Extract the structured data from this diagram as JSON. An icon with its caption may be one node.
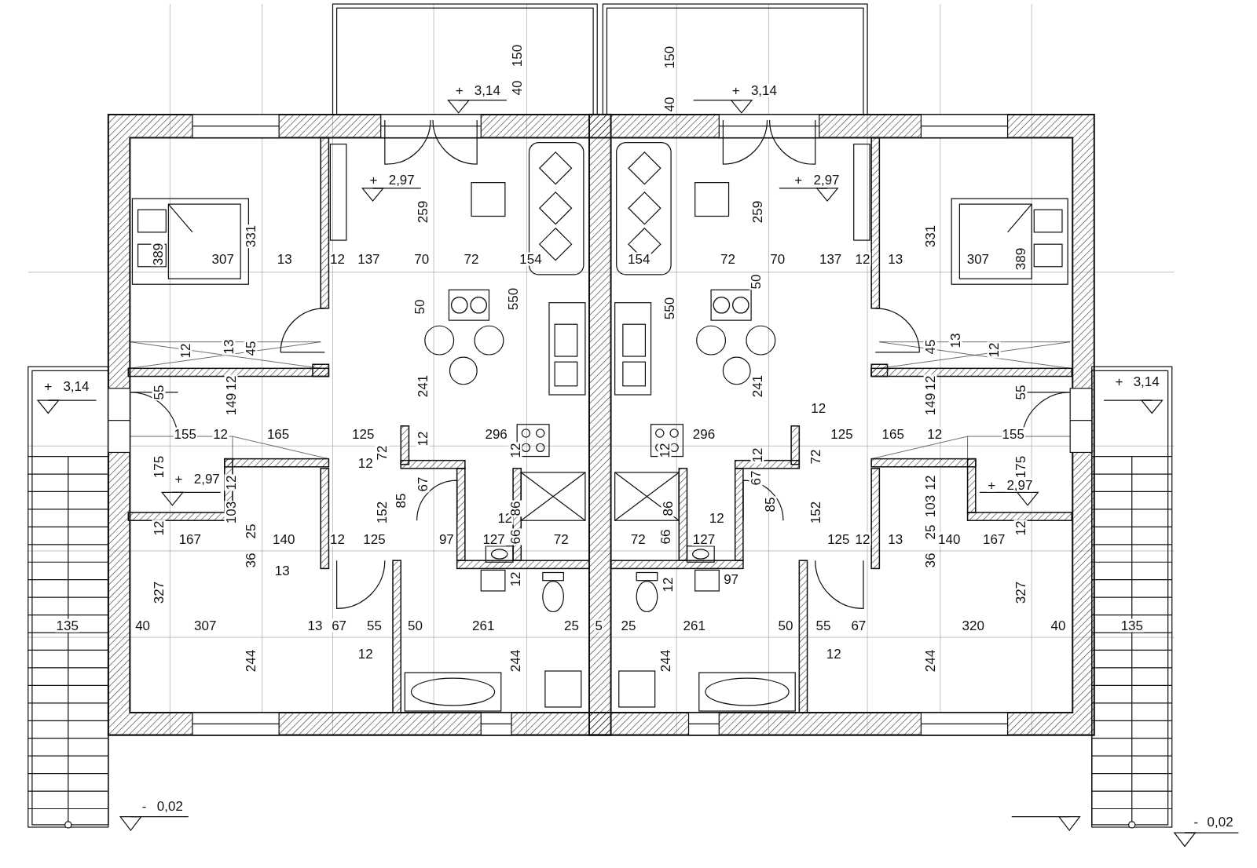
{
  "diagram": {
    "labels": [
      "150",
      "150",
      "+",
      "3,14",
      "40",
      "40",
      "+",
      "3,14",
      "+",
      "2,97",
      "+",
      "2,97",
      "259",
      "259",
      "331",
      "331",
      "389",
      "389",
      "307",
      "13",
      "12",
      "137",
      "70",
      "72",
      "154",
      "154",
      "72",
      "70",
      "137",
      "12",
      "13",
      "307",
      "50",
      "550",
      "550",
      "50",
      "12",
      "13",
      "45",
      "45",
      "13",
      "12",
      "+",
      "3,14",
      "55",
      "12",
      "149",
      "241",
      "241",
      "12",
      "12",
      "149",
      "55",
      "+",
      "3,14",
      "155",
      "12",
      "165",
      "125",
      "296",
      "296",
      "125",
      "165",
      "12",
      "155",
      "175",
      "12",
      "72",
      "12",
      "12",
      "12",
      "12",
      "72",
      "175",
      "+",
      "2,97",
      "12",
      "67",
      "67",
      "12",
      "+",
      "2,97",
      "12",
      "103",
      "25",
      "152",
      "85",
      "12",
      "86",
      "86",
      "12",
      "85",
      "152",
      "103",
      "25",
      "12",
      "167",
      "140",
      "12",
      "125",
      "97",
      "127",
      "66",
      "72",
      "72",
      "66",
      "127",
      "125",
      "12",
      "13",
      "140",
      "167",
      "36",
      "13",
      "12",
      "12",
      "97",
      "36",
      "327",
      "327",
      "135",
      "40",
      "307",
      "13",
      "67",
      "55",
      "50",
      "261",
      "25",
      "5",
      "25",
      "261",
      "50",
      "55",
      "67",
      "320",
      "40",
      "135",
      "244",
      "12",
      "244",
      "244",
      "12",
      "244",
      "-",
      "0,02",
      "-",
      "0,02"
    ]
  }
}
